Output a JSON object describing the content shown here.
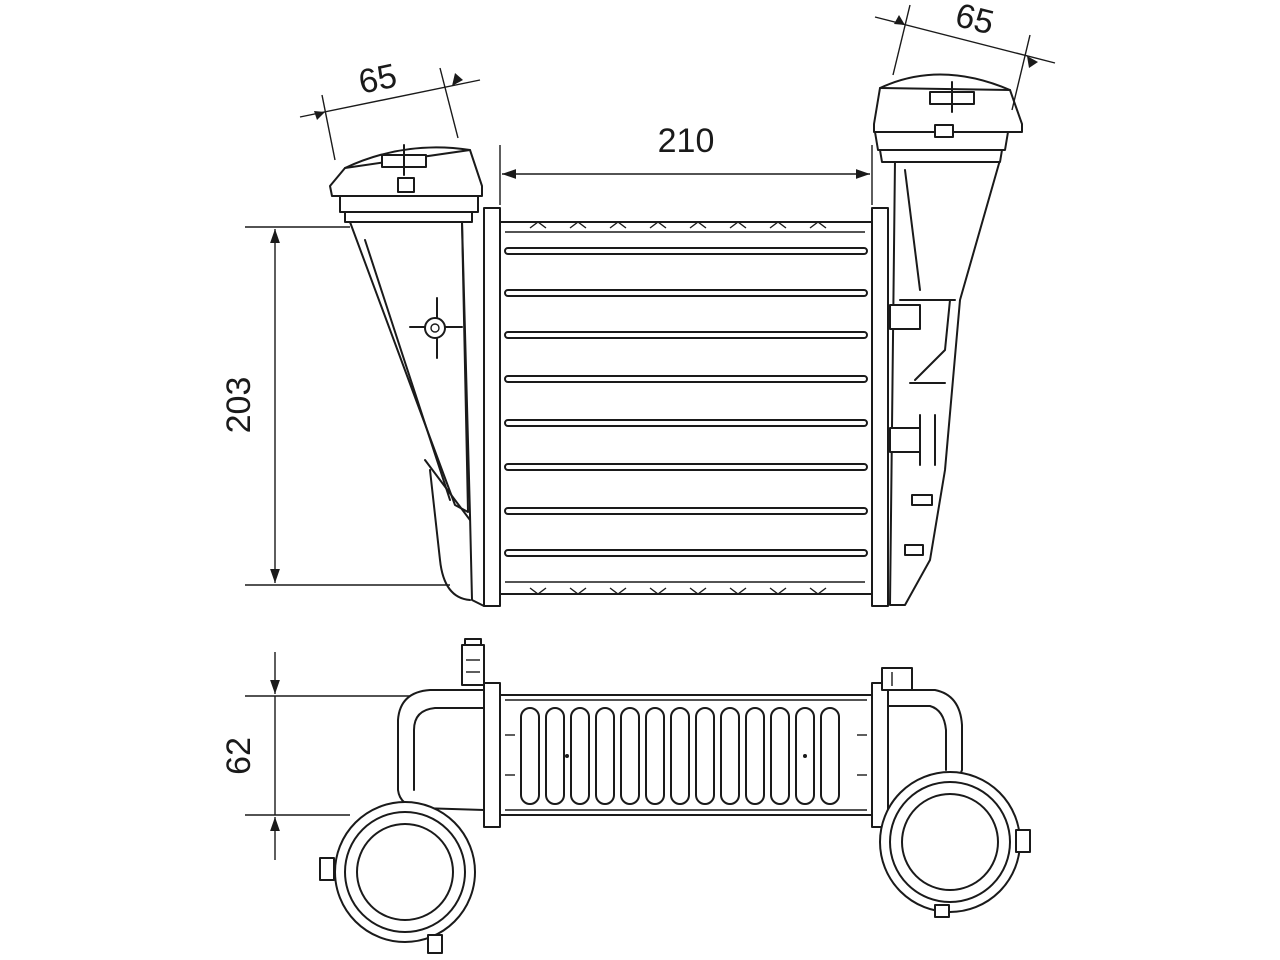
{
  "dimensions": {
    "left_pipe_width": "65",
    "right_pipe_width": "65",
    "core_width": "210",
    "core_height": "203",
    "core_depth": "62"
  },
  "colors": {
    "line": "#1a1a1a",
    "background": "#ffffff"
  }
}
